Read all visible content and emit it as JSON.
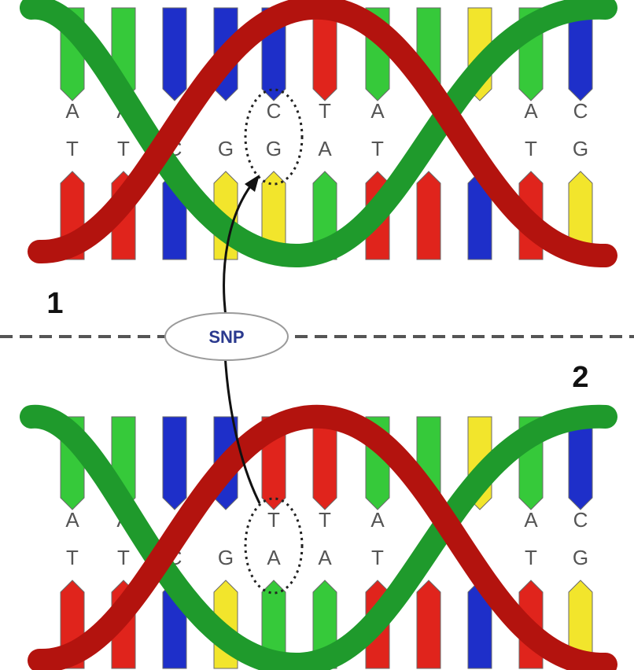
{
  "helices": [
    {
      "label": "1",
      "pairs": [
        {
          "top": "A",
          "bottom": "T",
          "top_color": "#36c93a",
          "bottom_color": "#e0241c"
        },
        {
          "top": "A",
          "bottom": "T",
          "top_color": "#36c93a",
          "bottom_color": "#e0241c"
        },
        {
          "top": "",
          "bottom": "C",
          "top_color": "#1e2fc9",
          "bottom_color": "#1e2fc9"
        },
        {
          "top": "",
          "bottom": "G",
          "top_color": "#1e2fc9",
          "bottom_color": "#f2e52c"
        },
        {
          "top": "C",
          "bottom": "G",
          "top_color": "#1e2fc9",
          "bottom_color": "#f2e52c"
        },
        {
          "top": "T",
          "bottom": "A",
          "top_color": "#e0241c",
          "bottom_color": "#36c93a"
        },
        {
          "top": "A",
          "bottom": "T",
          "top_color": "#36c93a",
          "bottom_color": "#e0241c"
        },
        {
          "top": "",
          "bottom": "",
          "top_color": "#36c93a",
          "bottom_color": "#e0241c"
        },
        {
          "top": "",
          "bottom": "",
          "top_color": "#f2e52c",
          "bottom_color": "#1e2fc9"
        },
        {
          "top": "A",
          "bottom": "T",
          "top_color": "#36c93a",
          "bottom_color": "#e0241c"
        },
        {
          "top": "C",
          "bottom": "G",
          "top_color": "#1e2fc9",
          "bottom_color": "#f2e52c"
        }
      ]
    },
    {
      "label": "2",
      "pairs": [
        {
          "top": "A",
          "bottom": "T",
          "top_color": "#36c93a",
          "bottom_color": "#e0241c"
        },
        {
          "top": "A",
          "bottom": "T",
          "top_color": "#36c93a",
          "bottom_color": "#e0241c"
        },
        {
          "top": "",
          "bottom": "C",
          "top_color": "#1e2fc9",
          "bottom_color": "#1e2fc9"
        },
        {
          "top": "",
          "bottom": "G",
          "top_color": "#1e2fc9",
          "bottom_color": "#f2e52c"
        },
        {
          "top": "T",
          "bottom": "A",
          "top_color": "#e0241c",
          "bottom_color": "#36c93a"
        },
        {
          "top": "T",
          "bottom": "A",
          "top_color": "#e0241c",
          "bottom_color": "#36c93a"
        },
        {
          "top": "A",
          "bottom": "T",
          "top_color": "#36c93a",
          "bottom_color": "#e0241c"
        },
        {
          "top": "",
          "bottom": "",
          "top_color": "#36c93a",
          "bottom_color": "#e0241c"
        },
        {
          "top": "",
          "bottom": "",
          "top_color": "#f2e52c",
          "bottom_color": "#1e2fc9"
        },
        {
          "top": "A",
          "bottom": "T",
          "top_color": "#36c93a",
          "bottom_color": "#e0241c"
        },
        {
          "top": "C",
          "bottom": "G",
          "top_color": "#1e2fc9",
          "bottom_color": "#f2e52c"
        }
      ]
    }
  ],
  "snp_label": "SNP",
  "snp_index": 4,
  "colors": {
    "strand_green": "#1f9a2c",
    "strand_red": "#b3130e",
    "adenine_green": "#36c93a",
    "thymine_red": "#e0241c",
    "cytosine_blue": "#1e2fc9",
    "guanine_yellow": "#f2e52c",
    "divider": "#555555",
    "snp_text": "#2b3a8f"
  }
}
